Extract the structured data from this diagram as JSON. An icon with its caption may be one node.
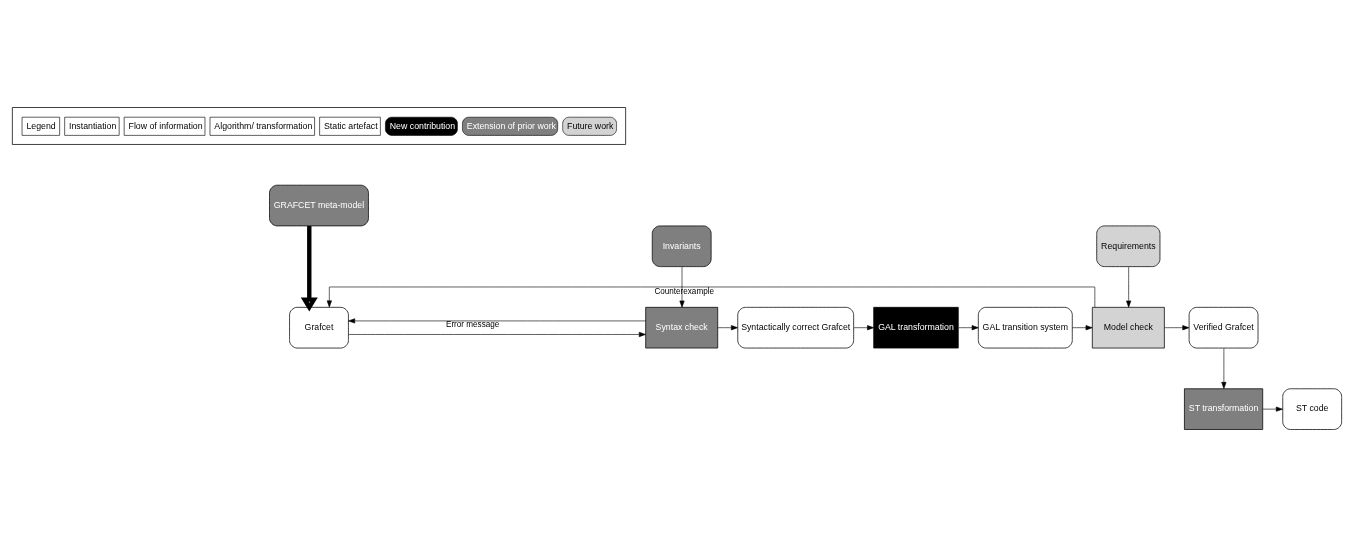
{
  "diagram": {
    "nodes": [
      {
        "text": [
          "GRAFCET meta-model"
        ]
      },
      {
        "text": [
          "Invariants"
        ]
      },
      {
        "text": [
          "Requirements"
        ]
      },
      {
        "text": [
          "Grafcet"
        ]
      },
      {
        "text": [
          "Syntax check"
        ]
      },
      {
        "text": [
          "Syntactically correct Grafcet"
        ]
      },
      {
        "text": [
          "GAL transformation"
        ]
      },
      {
        "text": [
          "GAL transition system"
        ]
      },
      {
        "text": [
          "Model check"
        ]
      },
      {
        "text": [
          "Verified Grafcet"
        ]
      },
      {
        "text": [
          "ST transformation"
        ]
      },
      {
        "text": [
          "ST code"
        ]
      }
    ],
    "edges": [
      {
        "from": 0,
        "to": 3,
        "arrow": "to",
        "style": "thick"
      },
      {
        "from": 1,
        "to": 4,
        "arrow": "to"
      },
      {
        "from": 2,
        "to": 8,
        "arrow": "to"
      },
      {
        "from": 3,
        "to": 4,
        "arrow": "to"
      },
      {
        "from": 4,
        "to": 5,
        "arrow": "to"
      },
      {
        "from": 5,
        "to": 6,
        "arrow": "to"
      },
      {
        "from": 6,
        "to": 7,
        "arrow": "to"
      },
      {
        "from": 7,
        "to": 8,
        "arrow": "to"
      },
      {
        "from": 8,
        "to": 9,
        "arrow": "to"
      },
      {
        "from": 4,
        "to": 3,
        "arrow": "to",
        "label": "Error message"
      },
      {
        "from": 8,
        "to": 3,
        "arrow": "to",
        "label": "Counterexample"
      },
      {
        "from": 9,
        "to": 10,
        "arrow": "to"
      },
      {
        "from": 10,
        "to": 11,
        "arrow": "to"
      }
    ],
    "labels": [
      "Legend"
    ],
    "legend": [
      {
        "text": "Instantiation"
      },
      {
        "text": "Flow of information"
      },
      {
        "text": "Algorithm/ transformation"
      },
      {
        "text": "Static artefact"
      },
      {
        "text": "New contribution",
        "color": "#000000"
      },
      {
        "text": "Extension of prior work",
        "color": "#7f7f7f"
      },
      {
        "text": "Future work",
        "color": "#d3d3d3"
      }
    ]
  }
}
